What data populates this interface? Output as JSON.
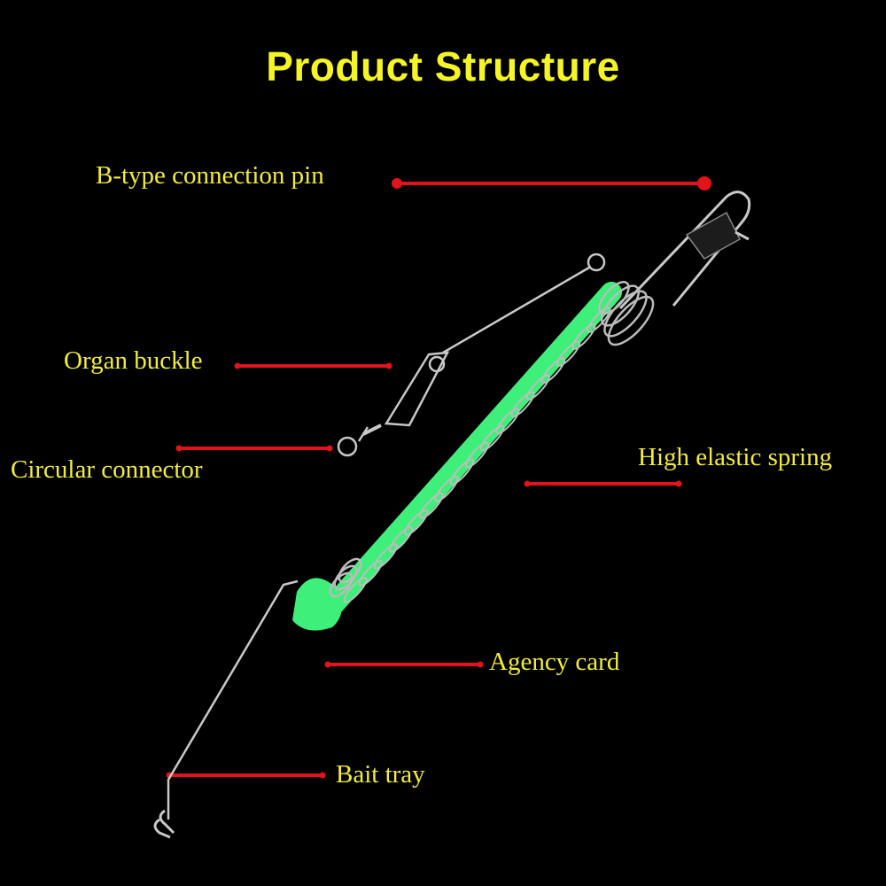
{
  "title": "Product Structure",
  "colors": {
    "background": "#000000",
    "title": "#f5f526",
    "label": "#f2ec3a",
    "leader_line": "#e0141a",
    "rod": "#3ef07a",
    "metal": "#c8c8c8"
  },
  "labels": [
    {
      "id": "b-type-connection-pin",
      "text": "B-type connection pin"
    },
    {
      "id": "organ-buckle",
      "text": "Organ buckle"
    },
    {
      "id": "circular-connector",
      "text": "Circular connector"
    },
    {
      "id": "high-elastic-spring",
      "text": "High elastic spring"
    },
    {
      "id": "agency-card",
      "text": "Agency card"
    },
    {
      "id": "bait-tray",
      "text": "Bait tray"
    }
  ]
}
